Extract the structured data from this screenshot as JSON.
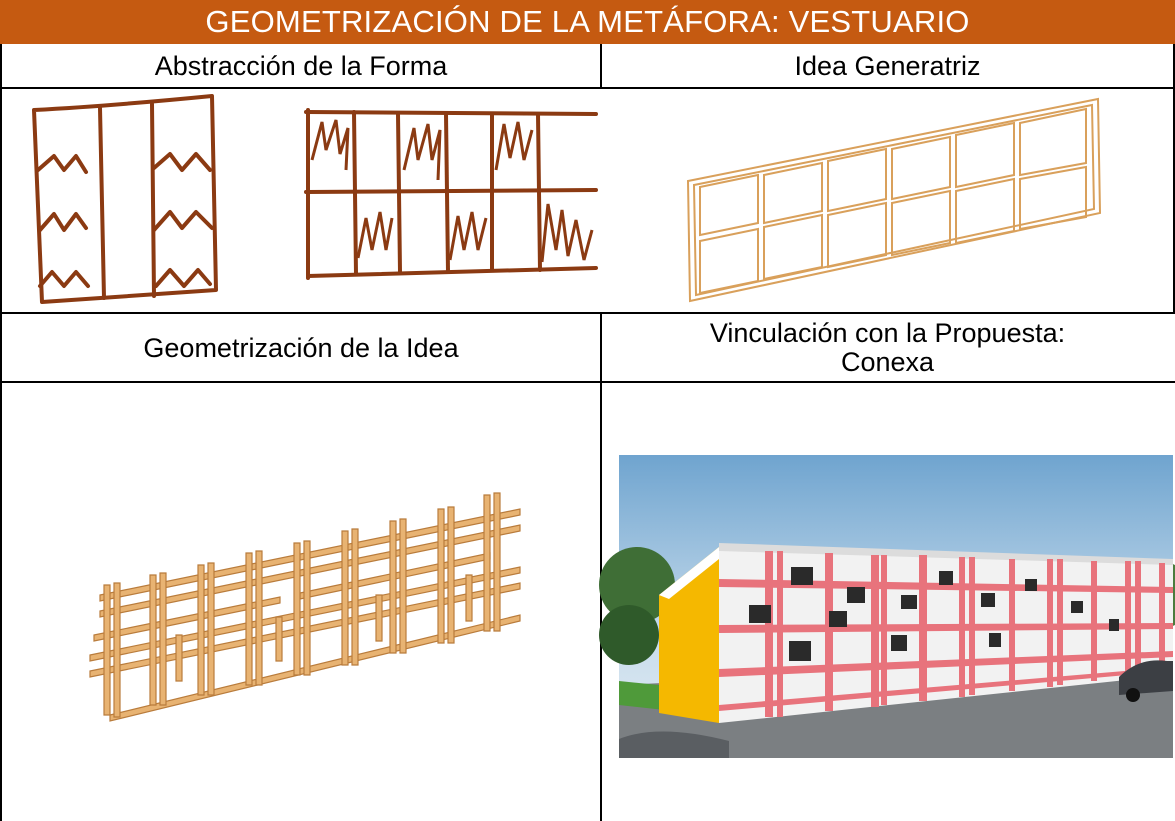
{
  "title": "GEOMETRIZACIÓN DE LA METÁFORA: VESTUARIO",
  "headers": {
    "top_left": "Abstracción de la Forma",
    "top_right": "Idea Generatriz",
    "bottom_left": "Geometrización de la Idea",
    "bottom_right_line1": "Vinculación con la Propuesta:",
    "bottom_right_line2": "Conexa"
  },
  "colors": {
    "title_bg": "#c55a11",
    "sketch_ink": "#8b3a12",
    "wood": "#d9a05b",
    "building_accent": "#e8737c",
    "building_wall": "#f2f2f2",
    "building_yellow": "#f5b800"
  }
}
